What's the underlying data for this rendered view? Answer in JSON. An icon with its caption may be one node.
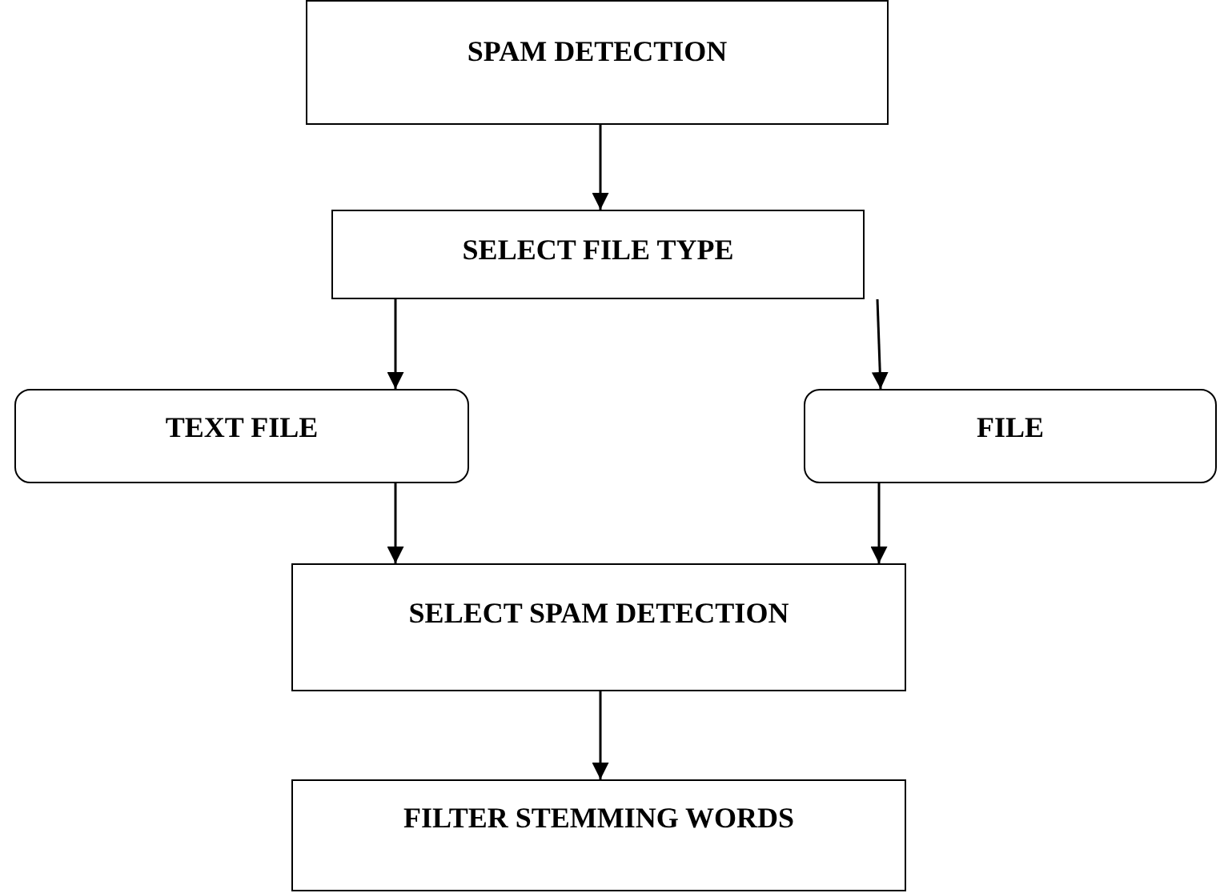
{
  "diagram": {
    "nodes": [
      {
        "text": [
          "SPAM DETECTION"
        ]
      },
      {
        "text": [
          "SELECT FILE TYPE"
        ]
      },
      {
        "text": [
          "TEXT FILE"
        ]
      },
      {
        "text": [
          "FILE"
        ]
      },
      {
        "text": [
          "SELECT SPAM DETECTION"
        ]
      },
      {
        "text": [
          "FILTER STEMMING WORDS"
        ]
      }
    ],
    "edges": [
      {
        "from": 0,
        "to": 1,
        "arrow": "to"
      },
      {
        "from": 1,
        "to": 2,
        "arrow": "to"
      },
      {
        "from": 1,
        "to": 3,
        "arrow": "to"
      },
      {
        "from": 2,
        "to": 4,
        "arrow": "to"
      },
      {
        "from": 3,
        "to": 4,
        "arrow": "to"
      },
      {
        "from": 4,
        "to": 5,
        "arrow": "to"
      }
    ]
  }
}
